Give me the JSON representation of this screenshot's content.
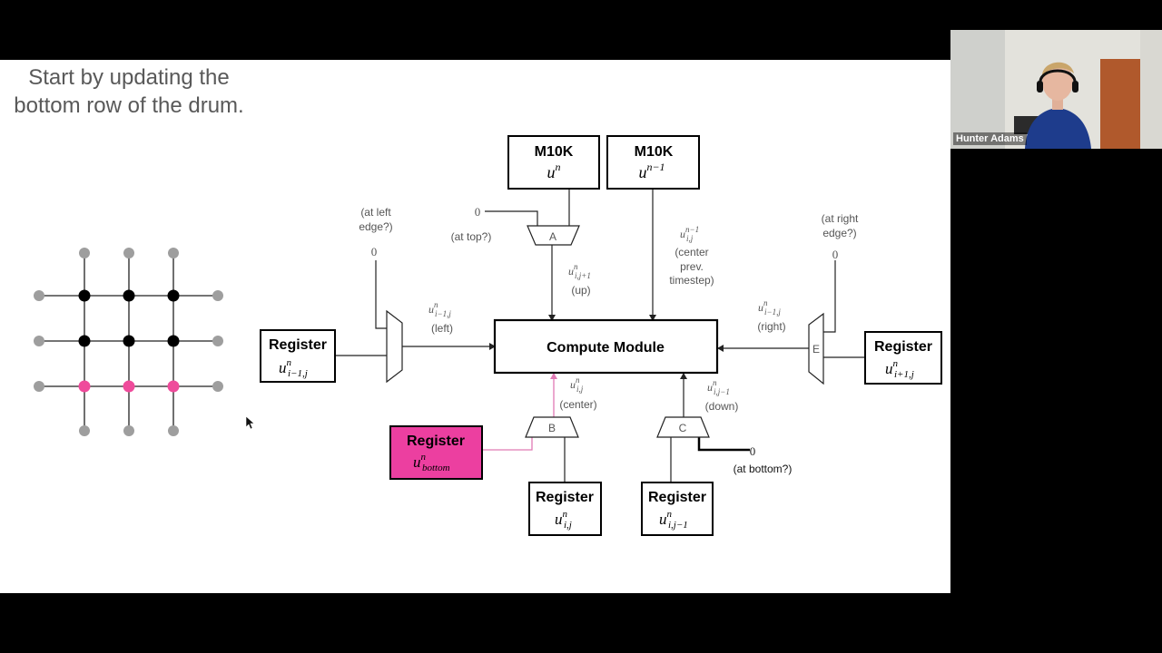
{
  "slide": {
    "caption": "Start by updating the bottom row of the drum."
  },
  "diagram": {
    "m10k_label": "M10K",
    "mem_un": {
      "base": "u",
      "sup": "n"
    },
    "mem_un1": {
      "base": "u",
      "sup": "n−1"
    },
    "register_label": "Register",
    "reg_left": {
      "base": "u",
      "sup": "n",
      "sub": "i−1,j"
    },
    "reg_right": {
      "base": "u",
      "sup": "n",
      "sub": "i+1,j"
    },
    "reg_bottom": {
      "base": "u",
      "sup": "n",
      "sub": "bottom"
    },
    "reg_center": {
      "base": "u",
      "sup": "n",
      "sub": "i,j"
    },
    "reg_down": {
      "base": "u",
      "sup": "n",
      "sub": "i,j−1"
    },
    "compute_label": "Compute Module",
    "mux_a": "A",
    "mux_b": "B",
    "mux_c": "C",
    "mux_e": "E",
    "zero": "0",
    "at_top": "(at top?)",
    "at_left_1": "(at left",
    "at_left_2": "edge?)",
    "at_right_1": "(at right",
    "at_right_2": "edge?)",
    "at_bottom": "(at bottom?)",
    "sig_up": {
      "base": "u",
      "sup": "n",
      "sub": "i,j+1",
      "note": "(up)"
    },
    "sig_left": {
      "base": "u",
      "sup": "n",
      "sub": "i−1,j",
      "note": "(left)"
    },
    "sig_right": {
      "base": "u",
      "sup": "n",
      "sub": "i−1,j",
      "note": "(right)"
    },
    "sig_center": {
      "base": "u",
      "sup": "n",
      "sub": "i,j",
      "note": "(center)"
    },
    "sig_down": {
      "base": "u",
      "sup": "n",
      "sub": "i,j−1",
      "note": "(down)"
    },
    "sig_prev": {
      "base": "u",
      "sup": "n−1",
      "sub": "i,j",
      "note1": "(center",
      "note2": "prev.",
      "note3": "timestep)"
    }
  },
  "grid": {
    "colors": {
      "interior": "#000000",
      "boundary": "#9e9e9e",
      "active": "#ef4b9b"
    },
    "active_row": "bottom",
    "interior_rows": 3,
    "interior_cols": 3
  },
  "colors": {
    "highlight": "#ec3fa0",
    "highlight_line": "#e07ab5"
  },
  "webcam": {
    "name": "Hunter Adams"
  }
}
